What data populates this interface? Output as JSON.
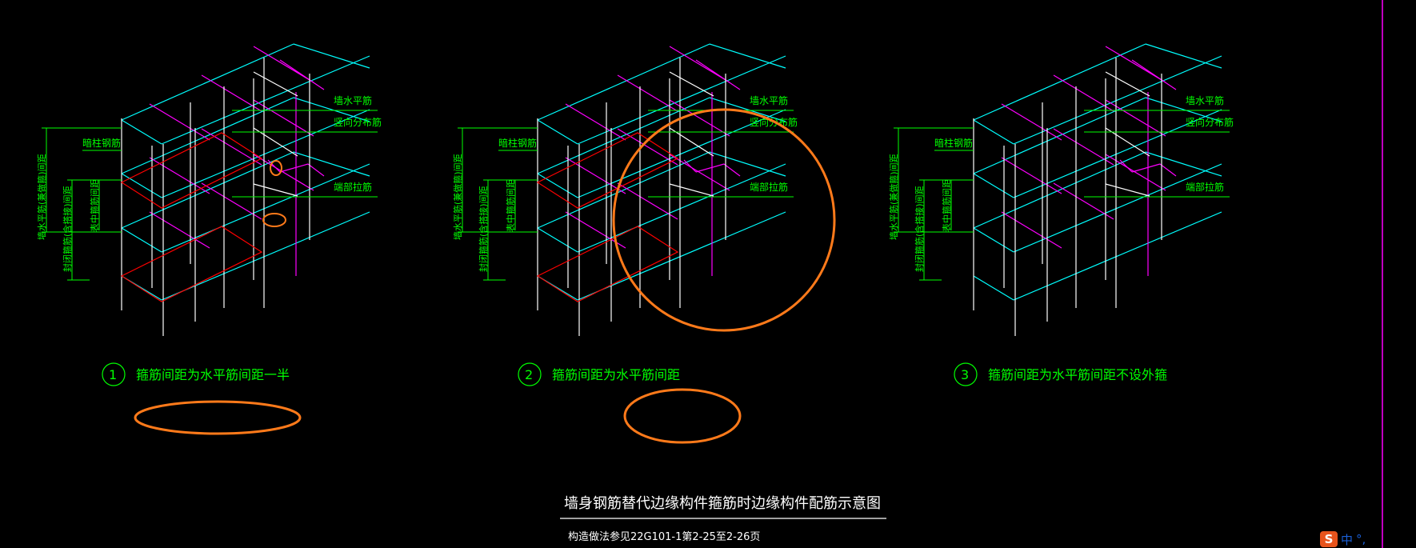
{
  "panels": [
    {
      "number": "1",
      "caption": "箍筋间距为水平筋间距一半",
      "labels": {
        "horizontal_bar": "墙水平筋",
        "vertical_bar": "竖向分布筋",
        "tie_bar": "端部拉筋",
        "column_bar": "暗柱钢筋",
        "dim_outer": "墙水平筋(兼做箍)间距",
        "dim_stirrup": "封闭箍筋(含搭接)间距",
        "dim_inner": "表中箍筋间距"
      }
    },
    {
      "number": "2",
      "caption": "箍筋间距为水平筋间距",
      "labels": {
        "horizontal_bar": "墙水平筋",
        "vertical_bar": "竖向分布筋",
        "tie_bar": "端部拉筋",
        "column_bar": "暗柱钢筋",
        "dim_outer": "墙水平筋(兼做箍)间距",
        "dim_stirrup": "封闭箍筋(含搭接)间距",
        "dim_inner": "表中箍筋间距"
      }
    },
    {
      "number": "3",
      "caption": "箍筋间距为水平筋间距不设外箍",
      "labels": {
        "horizontal_bar": "墙水平筋",
        "vertical_bar": "竖向分布筋",
        "tie_bar": "端部拉筋",
        "column_bar": "暗柱钢筋",
        "dim_outer": "墙水平筋(兼做箍)间距",
        "dim_stirrup": "封闭箍筋(含搭接)间距",
        "dim_inner": "表中箍筋间距"
      }
    }
  ],
  "title": "墙身钢筋替代边缘构件箍筋时边缘构件配筋示意图",
  "subtitle": "构造做法参见22G101-1第2-25至2-26页",
  "ime": {
    "logo": "S",
    "lang": "中",
    "punct": "°,"
  },
  "colors": {
    "background": "#000000",
    "green": "#00ff00",
    "cyan": "#00ffff",
    "magenta": "#ff00ff",
    "white": "#ffffff",
    "red": "#ff0000",
    "orange": "#ff7a1a"
  }
}
